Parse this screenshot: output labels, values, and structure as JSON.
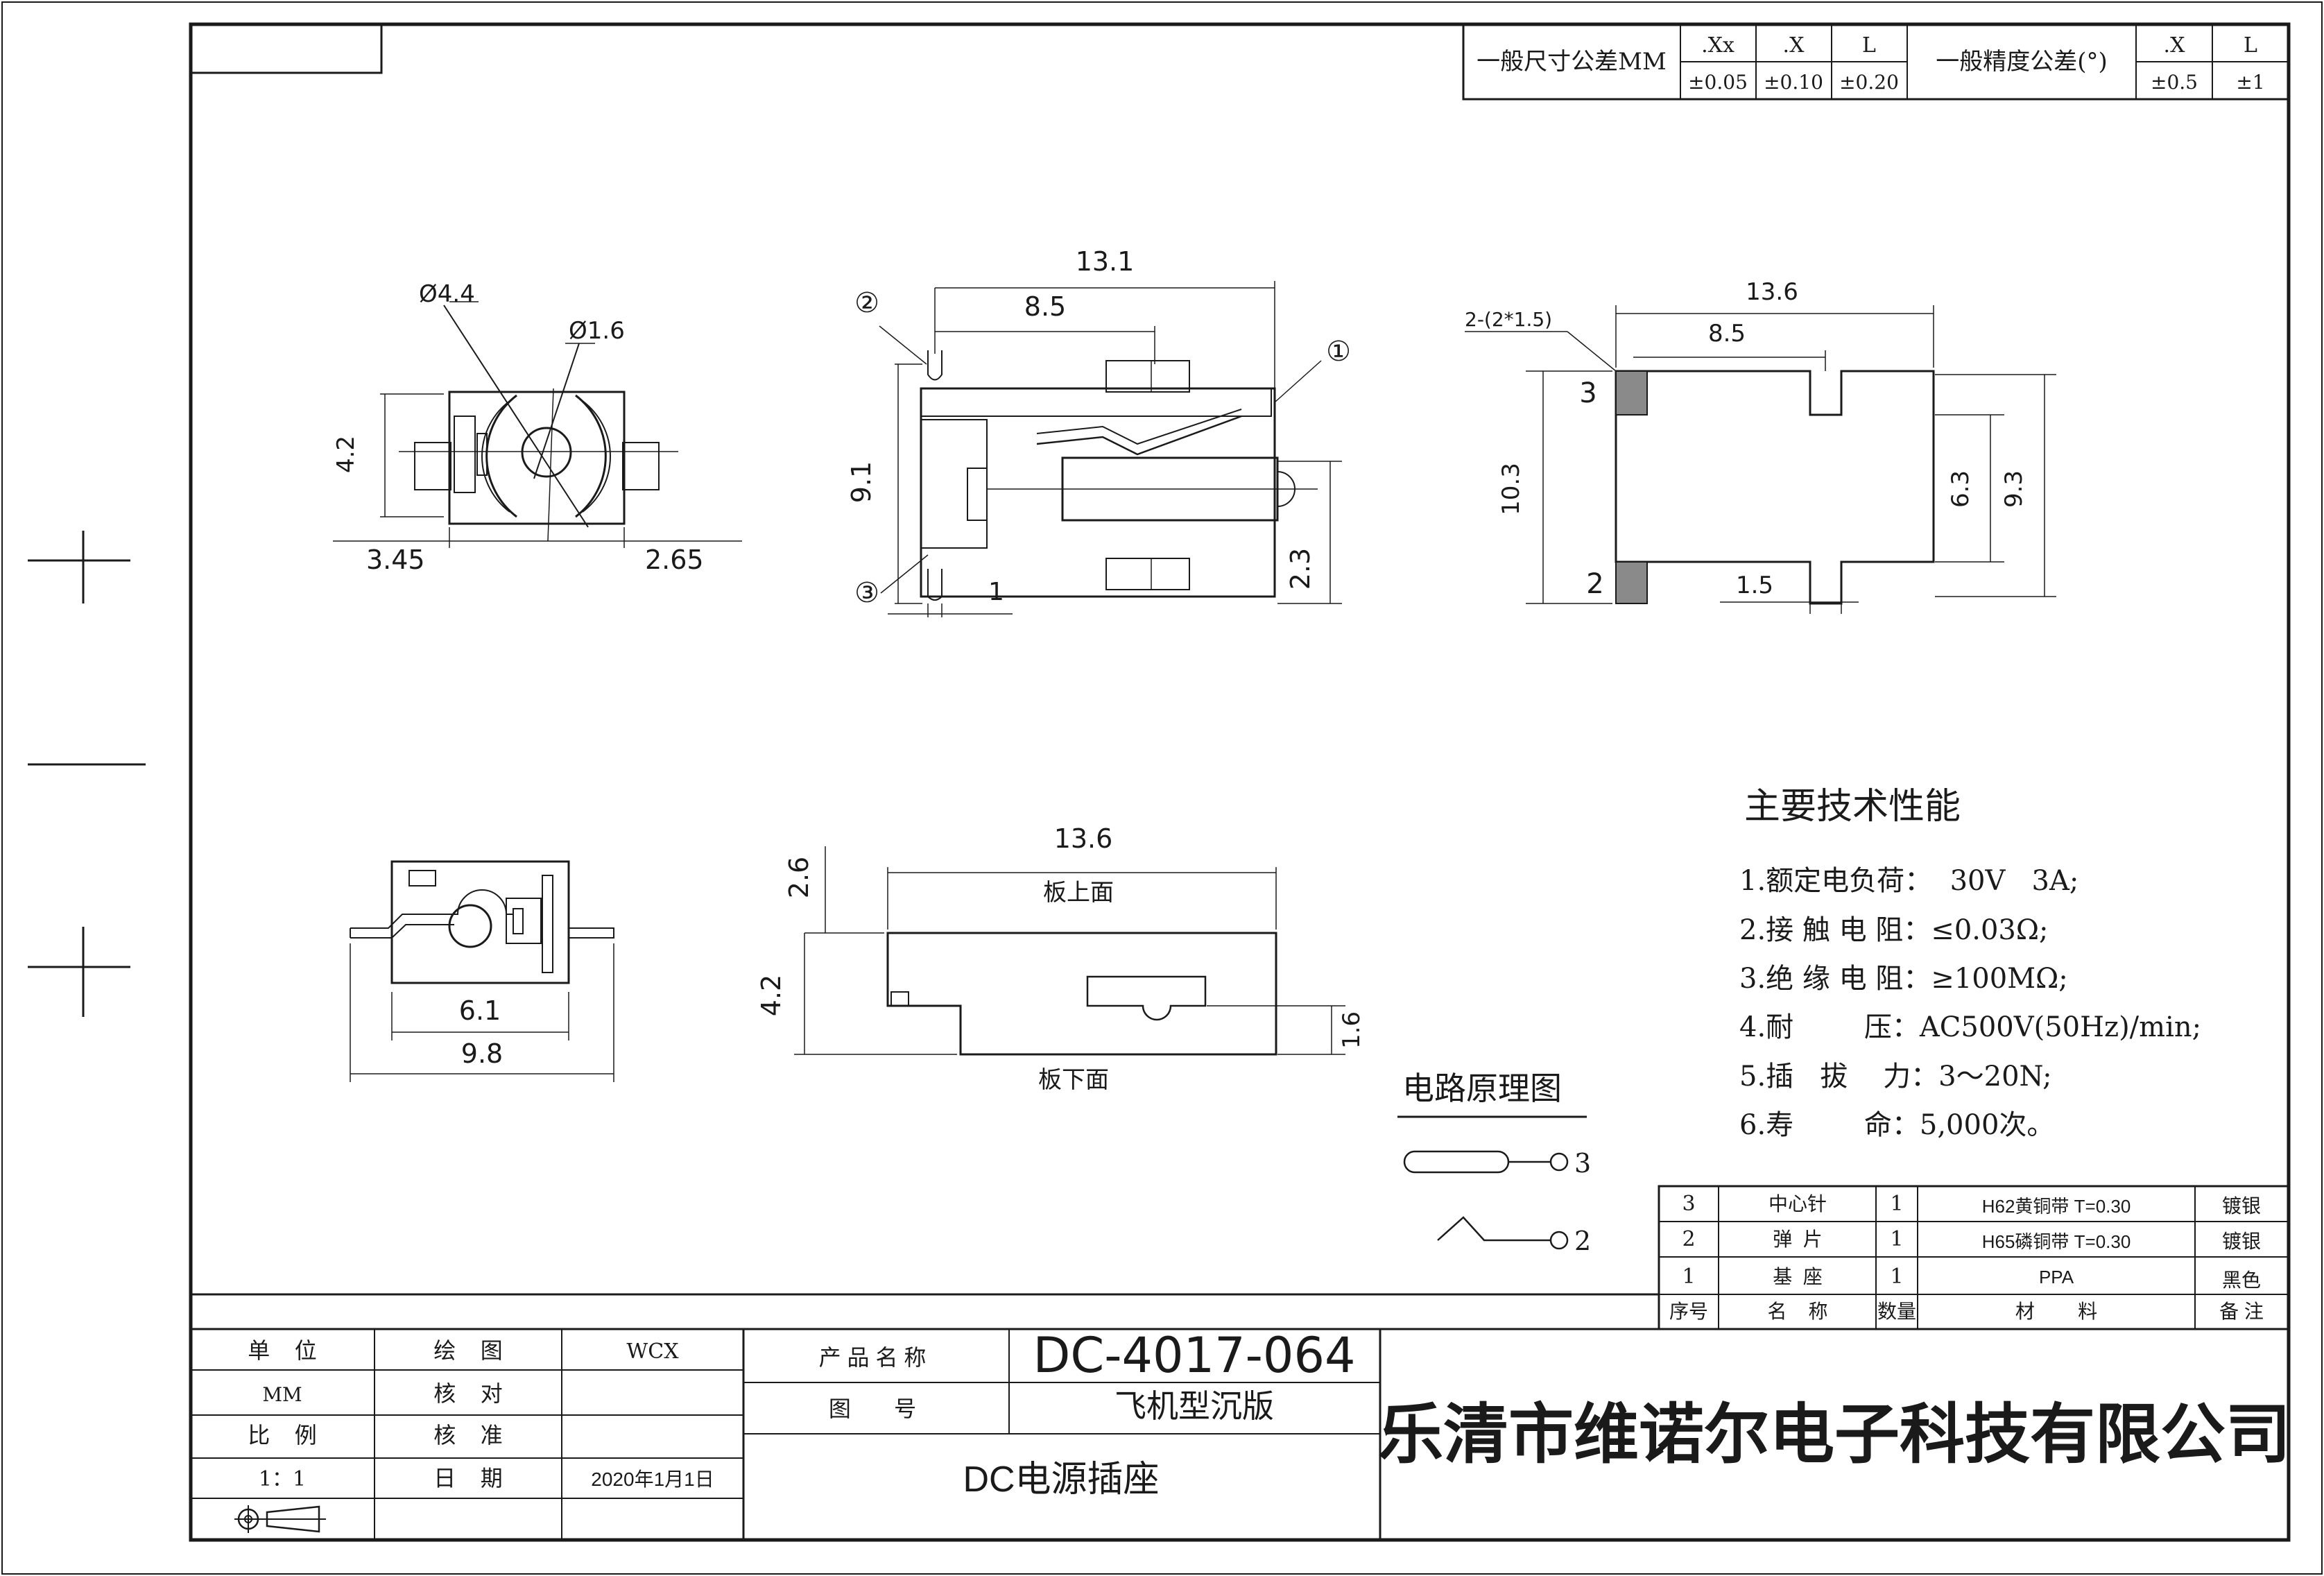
{
  "tolerance": {
    "dim_label": "一般尺寸公差MM",
    "dim_heads": [
      ".Xx",
      ".X",
      "L"
    ],
    "dim_vals": [
      "±0.05",
      "±0.10",
      "±0.20"
    ],
    "ang_label": "一般精度公差(°)",
    "ang_heads": [
      ".X",
      "L"
    ],
    "ang_vals": [
      "±0.5",
      "±1"
    ]
  },
  "views": {
    "front": {
      "d_outer": "Ø4.4",
      "d_pin": "Ø1.6",
      "h": "4.2",
      "left": "3.45",
      "right": "2.65"
    },
    "side": {
      "w": "13.1",
      "w2": "8.5",
      "h": "9.1",
      "h2": "2.3",
      "pitch": "1",
      "p1": "①",
      "p2": "②",
      "p3": "③"
    },
    "top": {
      "w": "13.6",
      "w2": "8.5",
      "pads": "2-(2*1.5)",
      "h": "10.3",
      "h1": "6.3",
      "h2": "9.3",
      "w3": "1.5",
      "l3": "3",
      "l2": "2"
    },
    "bottom_a": {
      "w1": "6.1",
      "w2": "9.8"
    },
    "bottom_b": {
      "w": "13.6",
      "above": "2.6",
      "h": "4.2",
      "sink": "1.6",
      "top_label": "板上面",
      "bottom_label": "板下面"
    }
  },
  "circuit": {
    "title": "电路原理图",
    "pin3": "3",
    "pin2": "2"
  },
  "specs": {
    "title": "主要技术性能",
    "items": [
      "1.额定电负荷：  30V   3A;",
      "2.接 触 电 阻：≤0.03Ω;",
      "3.绝 缘 电 阻：≥100MΩ;",
      "4.耐        压：AC500V(50Hz)/min;",
      "5.插   拔    力：3～20N;",
      "6.寿        命：5,000次。"
    ]
  },
  "bom": {
    "rows": [
      [
        "3",
        "中心针",
        "1",
        "H62黄铜带 T=0.30",
        "镀银"
      ],
      [
        "2",
        "弹  片",
        "1",
        "H65磷铜带 T=0.30",
        "镀银"
      ],
      [
        "1",
        "基  座",
        "1",
        "PPA",
        "黑色"
      ]
    ],
    "header": [
      "序号",
      "名    称",
      "数量",
      "材        料",
      "备 注"
    ]
  },
  "title_block": {
    "unit_label": "单    位",
    "unit_value": "MM",
    "scale_label": "比    例",
    "scale_value": "1：1",
    "draw_label": "绘    图",
    "draw_value": "WCX",
    "check_label": "核    对",
    "approve_label": "核    准",
    "date_label": "日    期",
    "date_value": "2020年1月1日",
    "product_label": "产 品 名 称",
    "product_value": "DC-4017-064",
    "drawing_no_label": "图       号",
    "drawing_no_value": "飞机型沉版",
    "part_name": "DC电源插座",
    "company": "乐清市维诺尔电子科技有限公司"
  }
}
